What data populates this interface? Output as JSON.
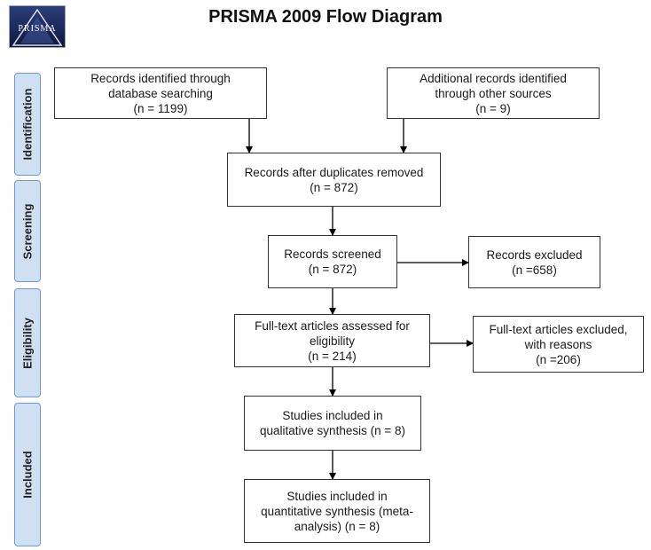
{
  "title": "PRISMA 2009 Flow Diagram",
  "logo": {
    "text": "PRISMA"
  },
  "stages": [
    "Identification",
    "Screening",
    "Eligibility",
    "Included"
  ],
  "boxes": {
    "database_search": {
      "line1": "Records identified through",
      "line2": "database searching",
      "line3": "(n = 1199)"
    },
    "other_sources": {
      "line1": "Additional records identified",
      "line2": "through other sources",
      "line3": "(n = 9)"
    },
    "after_duplicates": {
      "line1": "Records after duplicates removed",
      "line2": "(n = 872)"
    },
    "screened": {
      "line1": "Records screened",
      "line2": "(n = 872)"
    },
    "excluded": {
      "line1": "Records excluded",
      "line2": "(n =658)"
    },
    "fulltext_assessed": {
      "line1": "Full-text articles assessed for",
      "line2": "eligibility",
      "line3": "(n = 214)"
    },
    "fulltext_excluded": {
      "line1": "Full-text articles excluded,",
      "line2": "with reasons",
      "line3": "(n =206)"
    },
    "qualitative": {
      "line1": "Studies included in",
      "line2": "qualitative synthesis (n = 8)"
    },
    "quantitative": {
      "line1": "Studies included in",
      "line2": "quantitative synthesis (meta-",
      "line3": "analysis) (n = 8)"
    }
  },
  "colors": {
    "stage_fill": "#cfe0f3",
    "stage_border": "#6b9bd1",
    "box_border": "#333333"
  }
}
